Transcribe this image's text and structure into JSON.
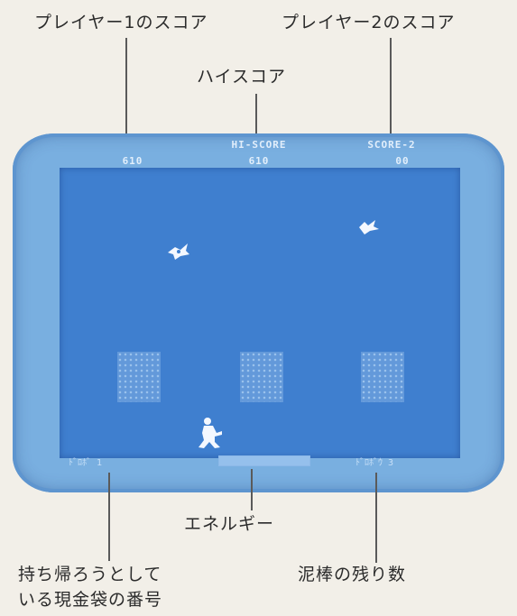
{
  "labels": {
    "player1_score": "プレイヤー1のスコア",
    "player2_score": "プレイヤー2のスコア",
    "hi_score": "ハイスコア",
    "energy": "エネルギー",
    "money_bag_line1": "持ち帰ろうとして",
    "money_bag_line2": "いる現金袋の番号",
    "thieves_left": "泥棒の残り数"
  },
  "hud": {
    "player1_score_value": "610",
    "hi_score_label": "HI-SCORE",
    "hi_score_value": "610",
    "player2_score_label": "SCORE-2",
    "player2_score_value": "00",
    "bag_indicator": "ﾄﾞﾛﾎﾞ 1",
    "thieves_indicator": "ﾄﾞﾛﾎﾞｳ 3"
  },
  "game": {
    "energy_fraction": 1.0
  },
  "colors": {
    "screen_bezel": "#79afe0",
    "playfield": "#3f7fcf",
    "text": "#2b2b2b"
  }
}
